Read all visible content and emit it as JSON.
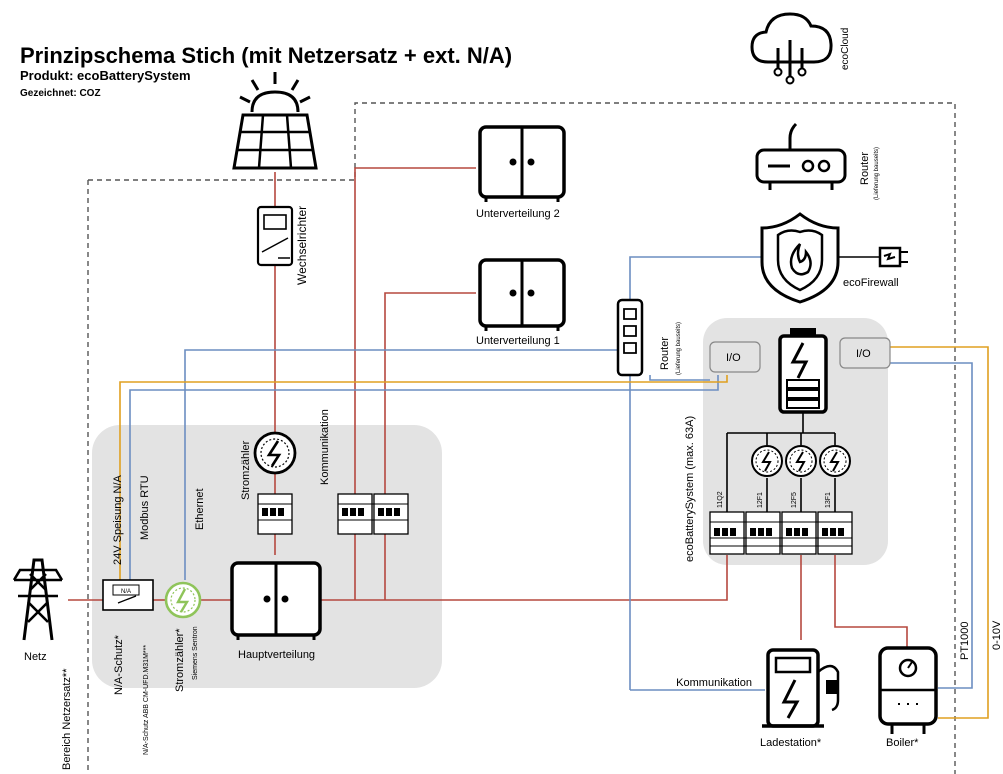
{
  "header": {
    "title": "Prinzipschema Stich (mit Netzersatz + ext. N/A)",
    "product": "Produkt: ecoBatterySystem",
    "drawn_by": "Gezeichnet: COZ"
  },
  "cloud": {
    "label": "ecoCloud"
  },
  "router_top": {
    "label": "Router",
    "sub": "(Lieferung bauseits)"
  },
  "firewall": {
    "label": "ecoFirewall"
  },
  "switch_router": {
    "label": "Router",
    "sub": "(Lieferung bauseits)"
  },
  "inverter": {
    "label": "Wechselrichter"
  },
  "unterverteilung_2": {
    "label": "Unterverteilung 2"
  },
  "unterverteilung_1": {
    "label": "Unterverteilung 1"
  },
  "hauptverteilung": {
    "label": "Hauptverteilung"
  },
  "stromzaehler_main": {
    "label": "Stromzähler"
  },
  "kommunikation_vert": {
    "label": "Kommunikation"
  },
  "ethernet": {
    "label": "Ethernet"
  },
  "modbus": {
    "label": "Modbus RTU"
  },
  "speisung": {
    "label": "24V Speisung N/A"
  },
  "netz": {
    "label": "Netz"
  },
  "bereich": {
    "label": "Bereich Netzersatz**"
  },
  "na_schutz": {
    "label": "N/A-Schutz*",
    "sub": "N/A-Schutz ABB CM-UFD.M31M***",
    "box_text": "N/A"
  },
  "stromzaehler_siemens": {
    "label": "Stromzähler*",
    "sub": "Siemens Sentron"
  },
  "battery_system": {
    "label": "ecoBatterySystem (max. 63A)",
    "io_left": "I/O",
    "io_right": "I/O",
    "breakers": [
      "11Q2",
      "12F1",
      "12F5",
      "13F1"
    ]
  },
  "ladestation": {
    "label": "Ladestation*",
    "comm": "Kommunikation"
  },
  "boiler": {
    "label": "Boiler*"
  },
  "pt1000": {
    "label": "PT1000"
  },
  "zero_ten": {
    "label": "0-10V"
  },
  "colors": {
    "power": "#b5483f",
    "data": "#6c8ec1",
    "control": "#e0a020",
    "panel": "#e3e3e3"
  }
}
